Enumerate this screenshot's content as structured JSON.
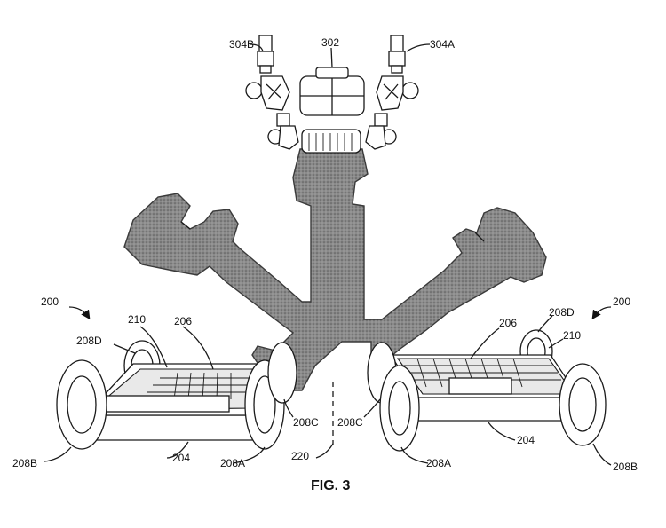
{
  "figure": {
    "caption": "FIG. 3",
    "labels": {
      "l304B": "304B",
      "l302": "302",
      "l304A": "304A",
      "l200_left": "200",
      "l200_right": "200",
      "l210_left": "210",
      "l206_left": "206",
      "l208D_left": "208D",
      "l208B_left": "208B",
      "l204_left": "204",
      "l208A_left": "208A",
      "l208C_left": "208C",
      "l220": "220",
      "l208C_right": "208C",
      "l208A_right": "208A",
      "l204_right": "204",
      "l208B_right": "208B",
      "l206_right": "206",
      "l208D_right": "208D",
      "l210_right": "210"
    }
  }
}
